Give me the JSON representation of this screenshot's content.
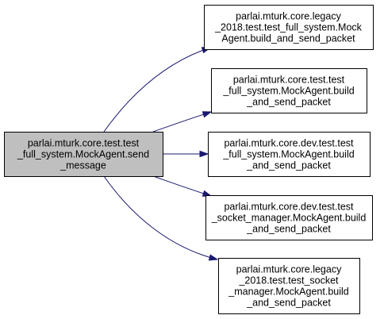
{
  "diagram": {
    "nodes": [
      {
        "id": "n0",
        "lines": [
          "parlai.mturk.core.test.test",
          "_full_system.MockAgent.send",
          "_message"
        ],
        "root": true
      },
      {
        "id": "n1",
        "lines": [
          "parlai.mturk.core.legacy",
          "_2018.test.test_full_system.Mock",
          "Agent.build_and_send_packet"
        ],
        "root": false
      },
      {
        "id": "n2",
        "lines": [
          "parlai.mturk.core.test.test",
          "_full_system.MockAgent.build",
          "_and_send_packet"
        ],
        "root": false
      },
      {
        "id": "n3",
        "lines": [
          "parlai.mturk.core.dev.test.test",
          "_full_system.MockAgent.build",
          "_and_send_packet"
        ],
        "root": false
      },
      {
        "id": "n4",
        "lines": [
          "parlai.mturk.core.dev.test.test",
          "_socket_manager.MockAgent.build",
          "_and_send_packet"
        ],
        "root": false
      },
      {
        "id": "n5",
        "lines": [
          "parlai.mturk.core.legacy",
          "_2018.test.test_socket",
          "_manager.MockAgent.build",
          "_and_send_packet"
        ],
        "root": false
      }
    ],
    "edges": [
      {
        "from": "n0",
        "to": "n1"
      },
      {
        "from": "n0",
        "to": "n2"
      },
      {
        "from": "n0",
        "to": "n3"
      },
      {
        "from": "n0",
        "to": "n4"
      },
      {
        "from": "n0",
        "to": "n5"
      }
    ]
  }
}
